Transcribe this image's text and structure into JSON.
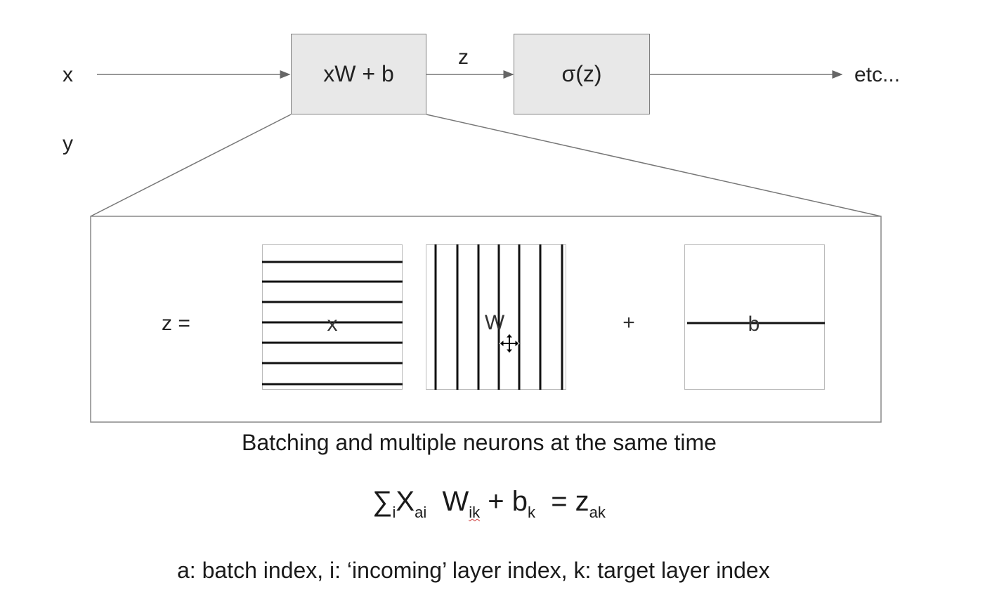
{
  "top_row": {
    "input_label": "x",
    "second_label": "y",
    "linear_box": "xW + b",
    "edge_label": "z",
    "activation_box": "σ(z)",
    "output_label": "etc..."
  },
  "detail": {
    "equation_lhs": "z =",
    "matrix_x_label": "x",
    "matrix_w_label": "W",
    "plus": "+",
    "matrix_b_label": "b"
  },
  "caption": "Batching and multiple neurons at the same time",
  "formula": {
    "sum": "∑",
    "sum_sub": "i",
    "x": "X",
    "x_sub": "ai",
    "w": "W",
    "w_sub": "ik",
    "plus_b": "+ b",
    "b_sub": "k",
    "eq_z": "= z",
    "z_sub": "ak"
  },
  "legend": "a: batch index, i: ‘incoming’ layer index, k: target layer index",
  "cursor_icon": "move-cursor-icon"
}
